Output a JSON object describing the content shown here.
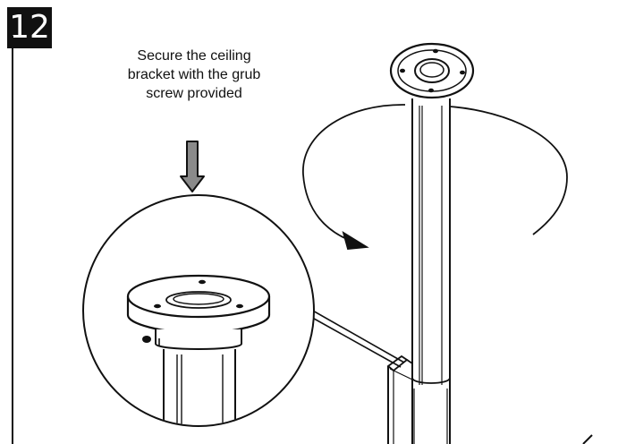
{
  "step": {
    "number": "12"
  },
  "instruction": {
    "lines": [
      "Secure the ceiling",
      "bracket with the grub",
      "screw provided"
    ]
  },
  "colors": {
    "line": "#111111",
    "background": "#ffffff",
    "badge": "#111111",
    "arrow_fill": "#8a8a8a"
  },
  "icons": {
    "down_arrow": "down-arrow-icon",
    "rotation_arrow": "rotation-arrow-icon"
  }
}
